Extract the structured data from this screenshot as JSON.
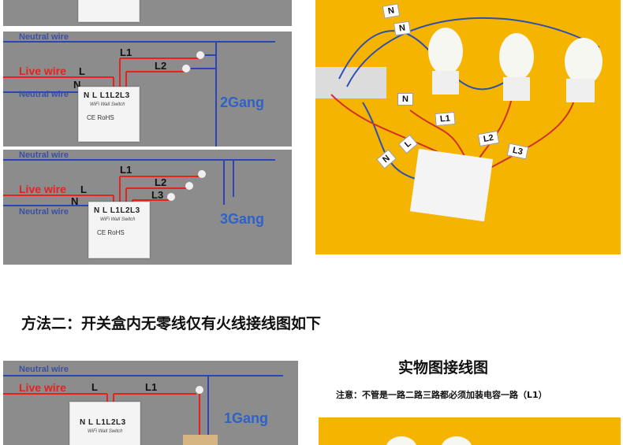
{
  "labels": {
    "neutral": "Neutral wire",
    "live": "Live wire",
    "n": "N",
    "l": "L",
    "l1": "L1",
    "l2": "L2",
    "l3": "L3"
  },
  "switch": {
    "terminals": "N  L L1L2L3",
    "title": "WiFi Wall Switch",
    "cert": "CE RoHS"
  },
  "gangs": {
    "two": "2Gang",
    "three": "3Gang",
    "one": "1Gang"
  },
  "method2": {
    "heading": "方法二：开关盒内无零线仅有火线接线图如下"
  },
  "photo_section": {
    "heading": "实物图接线图",
    "note": "注意：不管是一路二路三路都必须加装电容一路（L1）"
  },
  "photo_tags": [
    "N",
    "N",
    "N",
    "L1",
    "L2",
    "L3",
    "N",
    "L"
  ],
  "colors": {
    "panel": "#8c8c8c",
    "neutral_wire": "#2b45b8",
    "live_wire": "#e8211c",
    "gang_text": "#2d63c8",
    "photo_bg": "#f5b800"
  }
}
